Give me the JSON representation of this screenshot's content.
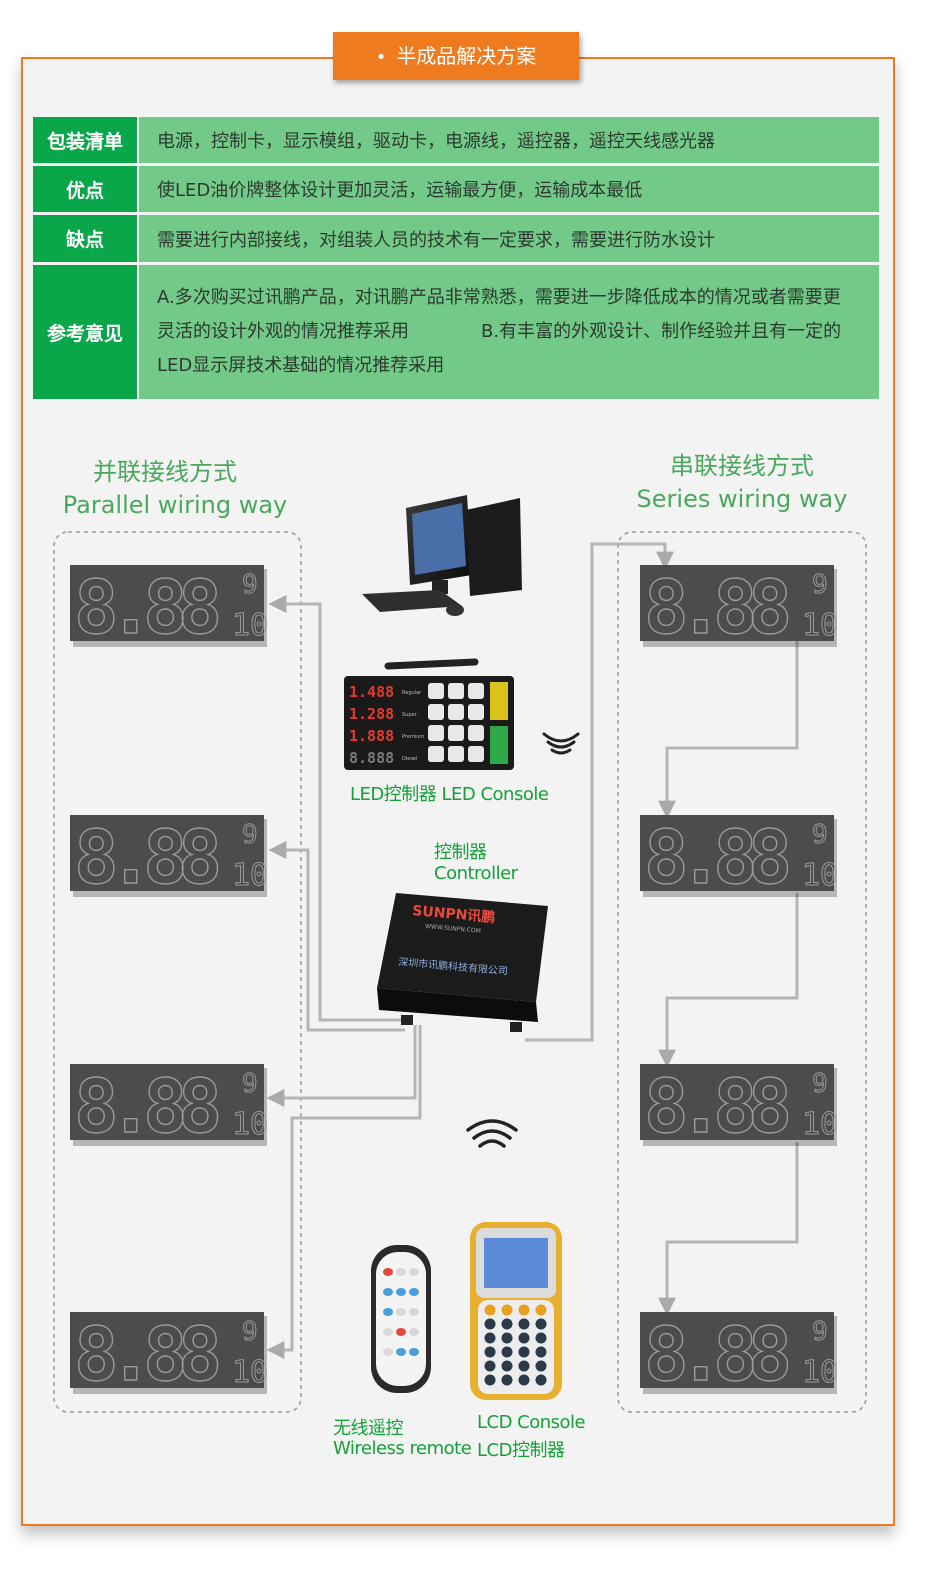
{
  "banner": {
    "title": "半成品解决方案"
  },
  "table": {
    "rows": [
      {
        "label": "包装清单",
        "value": "电源，控制卡，显示模组，驱动卡，电源线，遥控器，遥控天线感光器"
      },
      {
        "label": "优点",
        "value": "使LED油价牌整体设计更加灵活，运输最方便，运输成本最低"
      },
      {
        "label": "缺点",
        "value": "需要进行内部接线，对组装人员的技术有一定要求，需要进行防水设计"
      },
      {
        "label": "参考意见",
        "value": "A.多次购买过讯鹏产品，对讯鹏产品非常熟悉，需要进一步降低成本的情况或者需要更灵活的设计外观的情况推荐采用　　　　B.有丰富的外观设计、制作经验并且有一定的LED显示屏技术基础的情况推荐采用"
      }
    ]
  },
  "parallel": {
    "title_zh": "并联接线方式",
    "title_en": "Parallel wiring way"
  },
  "series": {
    "title_zh": "串联接线方式",
    "title_en": "Series wiring way"
  },
  "devices": {
    "led_console": "LED控制器  LED Console",
    "controller_zh": "控制器",
    "controller_en": "Controller",
    "controller_brand": "SUNPN讯鹏",
    "controller_url": "WWW.SUNPN.COM",
    "controller_company": "深圳市讯鹏科技有限公司",
    "remote_zh": "无线遥控",
    "remote_en": "Wireless remote",
    "lcd_en": "LCD Console",
    "lcd_zh": "LCD控制器",
    "console_rows": [
      "Regular",
      "Super",
      "Premium",
      "Diesel"
    ],
    "console_digits": [
      "1.488",
      "1.288",
      "1.888",
      "8.888"
    ]
  },
  "display": {
    "digits": "8.88",
    "fraction": "9/10"
  },
  "colors": {
    "accent": "#f07a1e",
    "green": "#0aa64a",
    "light_green": "#73c987",
    "text_green": "#14a138"
  }
}
